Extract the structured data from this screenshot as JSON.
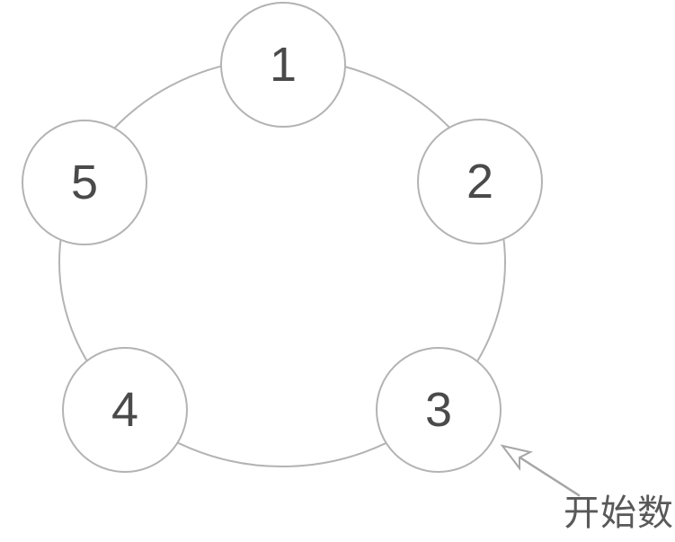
{
  "diagram": {
    "type": "counting-circle",
    "nodes": [
      {
        "id": "1",
        "label": "1",
        "position": "top"
      },
      {
        "id": "2",
        "label": "2",
        "position": "right"
      },
      {
        "id": "3",
        "label": "3",
        "position": "bottom-right"
      },
      {
        "id": "4",
        "label": "4",
        "position": "bottom-left"
      },
      {
        "id": "5",
        "label": "5",
        "position": "left"
      }
    ],
    "annotation": {
      "label": "开始数",
      "points_to_node": "3"
    },
    "colors": {
      "background": "#ffffff",
      "ring_stroke": "#b3b3b3",
      "node_stroke": "#b3b3b3",
      "node_fill": "#ffffff",
      "label_color": "#4a4a4a",
      "annotation_color": "#595959",
      "arrow_color": "#a6a6a6"
    }
  }
}
